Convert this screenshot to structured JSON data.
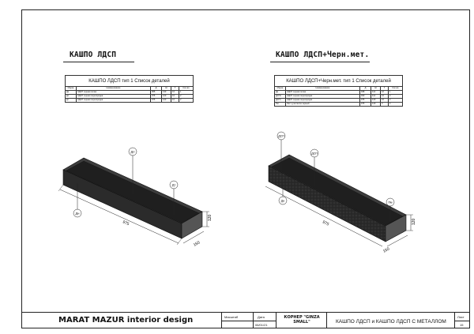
{
  "left_section": {
    "title": "КАШПО ЛДСП",
    "table": {
      "caption": "КАШПО ЛДСП тип 1 Список деталей",
      "headers": [
        "Марка",
        "Наименование",
        "Д",
        "Ш",
        "Т",
        "Кол-во"
      ],
      "rows": [
        [
          "Дн",
          "ЛДСП черная полка",
          "955",
          "130",
          "16",
          "1"
        ],
        [
          "Дл",
          "ЛДСП черная перегородка",
          "975",
          "120",
          "16",
          "2"
        ],
        [
          "Дт",
          "ЛДСП черная перегородка",
          "975",
          "120",
          "16",
          "2"
        ]
      ]
    },
    "callouts": [
      "Дл",
      "Дт",
      "Дн"
    ],
    "dimensions": {
      "length": "975",
      "height": "120",
      "width": "150"
    }
  },
  "right_section": {
    "title": "КАШПО ЛДСП+Черн.мет.",
    "table": {
      "caption": "КАШПО ЛДСП+Черн.мет. тип 1 Список деталей",
      "headers": [
        "Марка",
        "Наименование",
        "Д",
        "Ш",
        "Т",
        "Кол-во"
      ],
      "rows": [
        [
          "Дн",
          "ЛДСП черная полка",
          "938",
          "114",
          "16",
          "1"
        ],
        [
          "ДСПл",
          "ЛДСП черная перегородка",
          "930",
          "114",
          "16",
          "2"
        ],
        [
          "ДСПт",
          "ЛДСП черная перегородка",
          "975",
          "120",
          "16",
          "2"
        ],
        [
          "Пм",
          "Лист g металла черный",
          "975",
          "120",
          "3",
          "2"
        ]
      ]
    },
    "callouts": [
      "ДСП",
      "ДСП",
      "Дн",
      "Пм"
    ],
    "dimensions": {
      "length": "975",
      "height": "120",
      "width": "150"
    }
  },
  "title_block": {
    "company": "MARAT MAZUR interior design",
    "scale_label": "Масштаб",
    "scale_value": "",
    "date_label": "Дата",
    "date_value": "06/01/21",
    "project": "КОРНЕР \"GINZA SMALL\"",
    "sheet_name": "КАШПО ЛДСП и КАШПО ЛДСП С МЕТАЛЛОМ",
    "sheet_label": "Лист",
    "sheet_number": "15"
  },
  "colors": {
    "box_dark": "#2b2b2b",
    "box_mid": "#3d3d3d",
    "box_light": "#555555",
    "metal_texture": "#1f1f1f",
    "line": "#222222"
  }
}
